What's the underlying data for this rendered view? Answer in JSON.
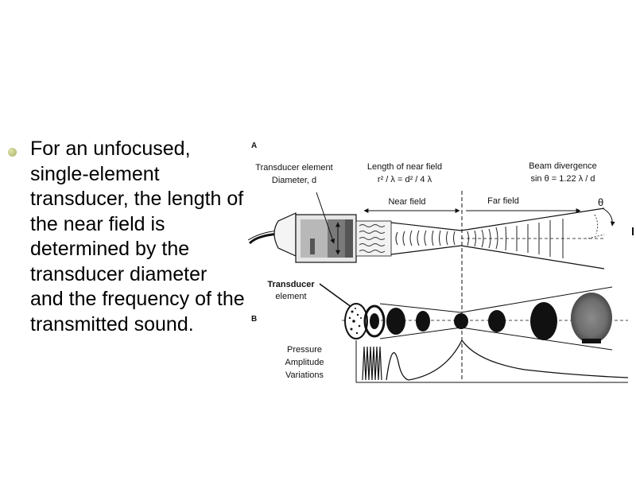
{
  "bullet": {
    "icon": "bullet-dot-icon",
    "text": "For an unfocused, single-element transducer, the length of the near field is determined by the transducer diameter and the frequency of the transmitted sound."
  },
  "figure": {
    "panel_a_label": "A",
    "panel_b_label": "B",
    "transducer_label_line1": "Transducer element",
    "transducer_label_line2": "Diameter, d",
    "near_length_label": "Length of near field",
    "near_length_formula": "r² / λ  =  d² / 4 λ",
    "divergence_label": "Beam divergence",
    "divergence_formula": "sin θ = 1.22 λ / d",
    "near_field_label": "Near field",
    "far_field_label": "Far field",
    "theta_symbol": "θ",
    "transducer_element_line1": "Transducer",
    "transducer_element_line2": "element",
    "pressure_line1": "Pressure",
    "pressure_line2": "Amplitude",
    "pressure_line3": "Variations"
  }
}
